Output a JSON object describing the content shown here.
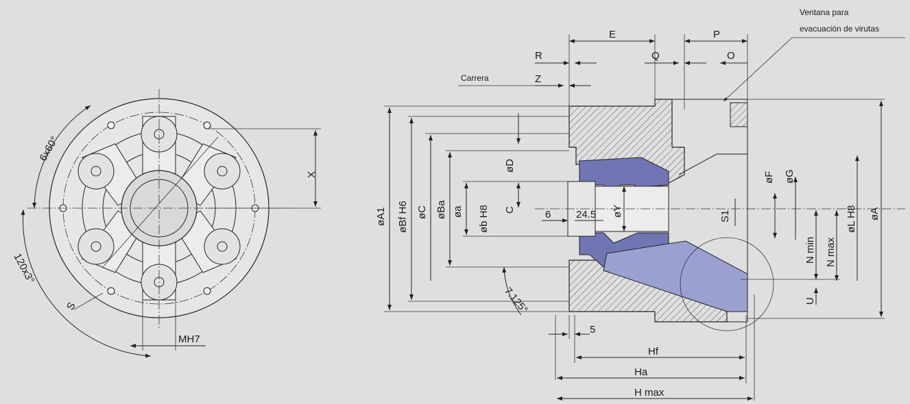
{
  "front_view": {
    "labels": {
      "x": "X",
      "holes_6": "6x60°",
      "holes_120": "120x3°",
      "s": "S",
      "mh7": "MH7"
    }
  },
  "section_view": {
    "labels": {
      "ventana_1": "Ventana para",
      "ventana_2": "evacuación de virutas",
      "carrera": "Carrera",
      "E": "E",
      "P": "P",
      "R": "R",
      "Q": "Q",
      "O": "O",
      "Z": "Z",
      "A1": "øA1",
      "Bf": "øBf H6",
      "C_dia": "øC",
      "Ba": "øBa",
      "a": "øa",
      "b": "øb H8",
      "C": "C",
      "D": "øD",
      "six": "6",
      "v245": "24.5",
      "Y": "øY",
      "F": "øF",
      "G": "øG",
      "S1": "S1",
      "Nmin": "N min",
      "Nmax": "N max",
      "L": "øL H8",
      "A": "øA",
      "U": "U",
      "ang": "7.125°",
      "five": "5",
      "Hf": "Hf",
      "Ha": "Ha",
      "Hmax": "H max"
    }
  },
  "colors": {
    "background": "#dfdfdf",
    "line": "#222222",
    "piston_blue": "#6f76b3",
    "wedge_blue": "#9aa0cf"
  }
}
